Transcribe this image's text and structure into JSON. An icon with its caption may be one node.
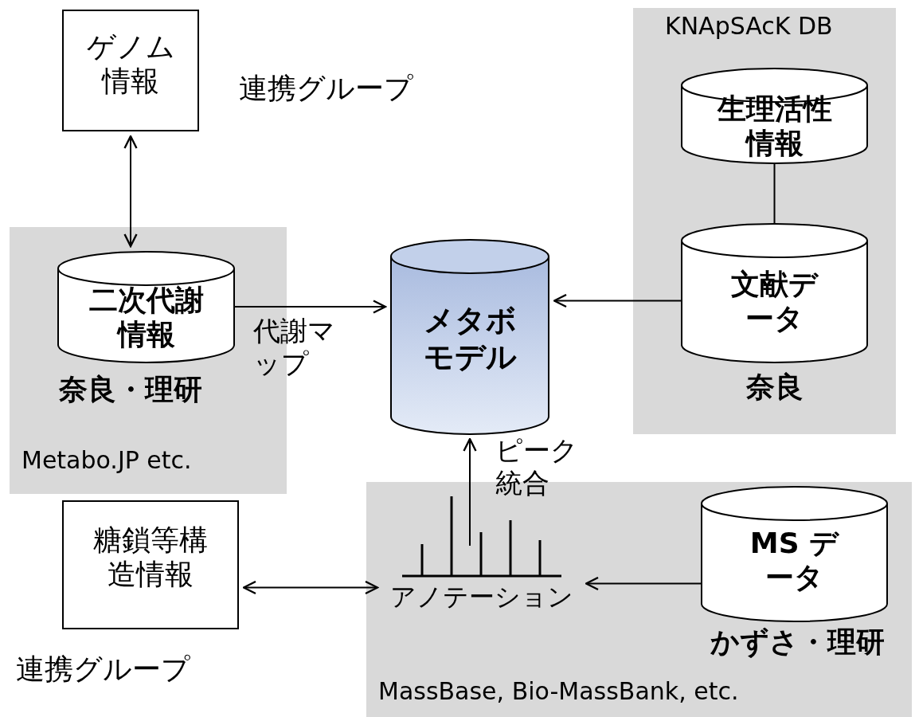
{
  "diagram": {
    "nodes": [
      {
        "text": [
          "ゲノム情報"
        ],
        "beside": [
          "連携グループ"
        ]
      },
      {
        "text": [
          "Metabo.JP etc."
        ]
      },
      {
        "text": [
          "二次代謝情報"
        ],
        "beside": [
          "奈良・理研"
        ],
        "in": 1
      },
      {
        "text": [
          "KNApSAcK DB"
        ]
      },
      {
        "text": [
          "生理活性情報"
        ],
        "in": 3
      },
      {
        "text": [
          "文献データ"
        ],
        "beside": [
          "奈良"
        ],
        "in": 3
      },
      {
        "text": [
          "メタボモデル"
        ]
      },
      {
        "text": [
          "MassBase, Bio-MassBank, etc."
        ]
      },
      {
        "text": [
          "アノテーション"
        ],
        "in": 7
      },
      {
        "text": [
          "MS データ"
        ],
        "beside": [
          "かずさ・理研"
        ],
        "in": 7
      },
      {
        "text": [
          "糖鎖等構造情報"
        ],
        "beside": [
          "連携グループ"
        ]
      }
    ],
    "edges": [
      {
        "from": 0,
        "to": 2,
        "arrow": "both"
      },
      {
        "from": 2,
        "to": 6,
        "arrow": "to",
        "label": "代謝マップ"
      },
      {
        "from": 4,
        "to": 5,
        "arrow": "none"
      },
      {
        "from": 5,
        "to": 6,
        "arrow": "to"
      },
      {
        "from": 8,
        "to": 6,
        "arrow": "to",
        "label": "ピーク統合"
      },
      {
        "from": 10,
        "to": 8,
        "arrow": "both"
      },
      {
        "from": 9,
        "to": 8,
        "arrow": "to"
      }
    ]
  }
}
